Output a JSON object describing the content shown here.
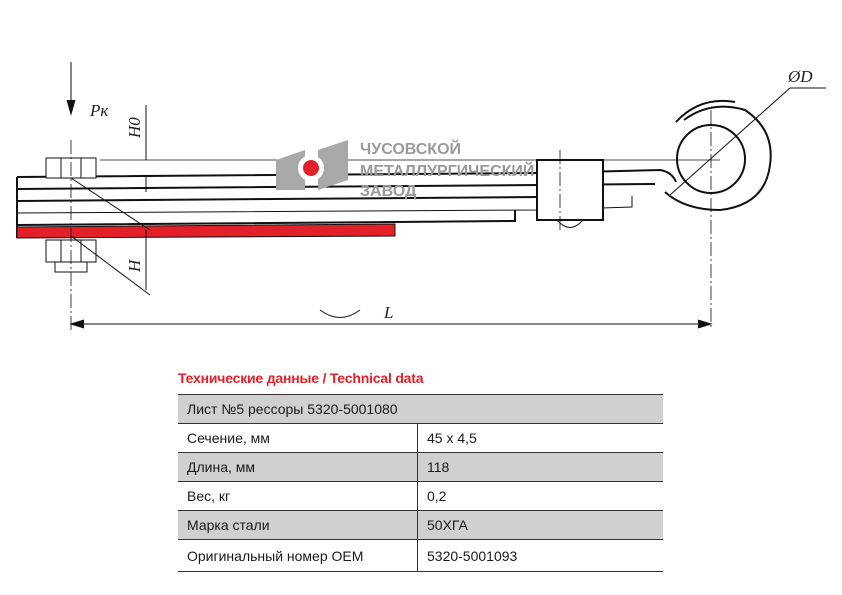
{
  "drawing": {
    "labels": {
      "force": "Pк",
      "h0": "H0",
      "h": "H",
      "diameter": "ØD",
      "length": "L"
    },
    "logo": {
      "line1": "ЧУСОВСКОЙ",
      "line2": "МЕТАЛЛУРГИЧЕСКИЙ",
      "line3": "ЗАВОД"
    },
    "colors": {
      "highlight_leaf": "#e3202a",
      "logo_gray": "#9a9a9a"
    }
  },
  "table": {
    "title": "Технические данные / Technical data",
    "header": "Лист №5 рессоры 5320-5001080",
    "rows": [
      {
        "label": "Сечение, мм",
        "value": "45 х 4,5"
      },
      {
        "label": "Длина, мм",
        "value": "118"
      },
      {
        "label": "Вес, кг",
        "value": "0,2"
      },
      {
        "label": "Марка стали",
        "value": "50ХГА"
      },
      {
        "label": "Оригинальный номер OEM",
        "value": "5320-5001093"
      }
    ]
  }
}
